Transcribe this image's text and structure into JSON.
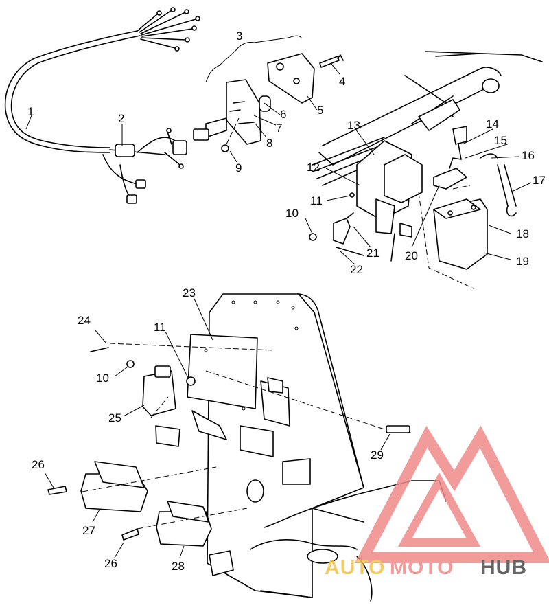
{
  "diagram": {
    "callouts": [
      "1",
      "2",
      "3",
      "4",
      "5",
      "6",
      "7",
      "8",
      "9",
      "10",
      "11",
      "12",
      "13",
      "14",
      "15",
      "16",
      "17",
      "18",
      "19",
      "20",
      "21",
      "22",
      "23",
      "24",
      "10",
      "11",
      "25",
      "26",
      "27",
      "26",
      "28",
      "29"
    ]
  },
  "watermark": {
    "part1": "AUTO",
    "part2": "MOTO",
    "part3": "HUB",
    "color_primary": "#f08a8a",
    "color_gold": "#f2c24a",
    "color_gray": "#4a4a4a"
  }
}
